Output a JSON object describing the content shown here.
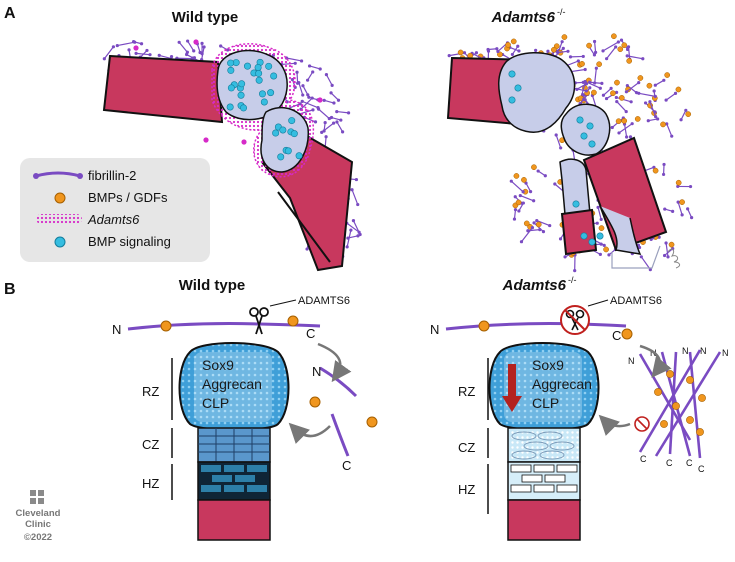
{
  "panel_a": {
    "letter": "A",
    "title_left": "Wild type",
    "title_right": "Adamts6",
    "title_right_sup": "-/-",
    "legend": {
      "fibrillin": "fibrillin-2",
      "bmps": "BMPs / GDFs",
      "adamts6": "Adamts6",
      "signaling": "BMP signaling"
    }
  },
  "panel_b": {
    "letter": "B",
    "title_left": "Wild type",
    "title_right": "Adamts6",
    "title_right_sup": "-/-",
    "protease_left": "ADAMTS6",
    "protease_right": "ADAMTS6",
    "terminal_n": "N",
    "terminal_c": "C",
    "markers": [
      "Sox9",
      "Aggrecan",
      "CLP"
    ],
    "zones": [
      "RZ",
      "CZ",
      "HZ"
    ]
  },
  "credit": {
    "line1": "Cleveland",
    "line2": "Clinic",
    "line3": "©2022"
  },
  "colors": {
    "bone": "#c8385e",
    "cartilage": "#c7cde9",
    "fibrillin": "#7a4bc2",
    "bmp": "#f0961e",
    "signaling": "#35bde0",
    "adamts6": "#d62ac8",
    "blue_cap": "#3f9fd8",
    "arrow_red": "#b3221f"
  }
}
